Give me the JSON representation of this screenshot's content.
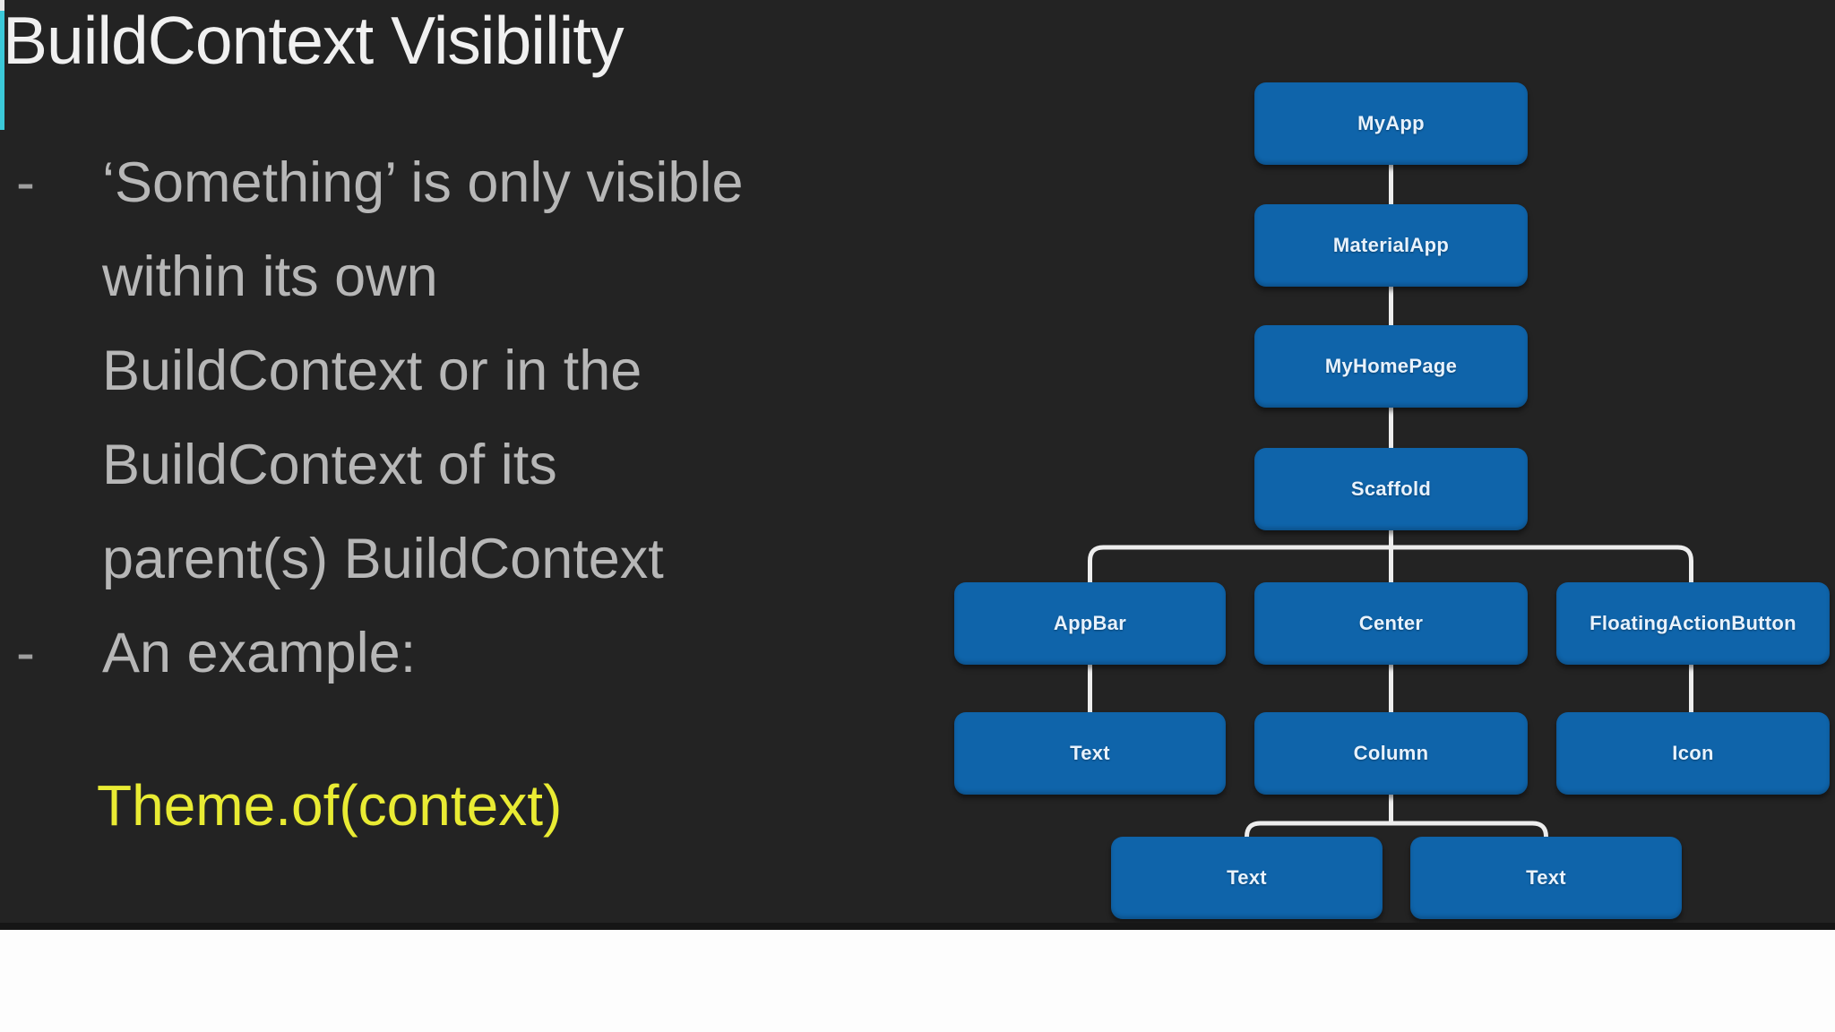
{
  "slide": {
    "title": "BuildContext Visibility",
    "bullet_char": "-",
    "lines": [
      {
        "bullet": true,
        "text": "‘Something’ is only visible"
      },
      {
        "bullet": false,
        "text": "within its own"
      },
      {
        "bullet": false,
        "text": "BuildContext or in the"
      },
      {
        "bullet": false,
        "text": "BuildContext of its"
      },
      {
        "bullet": false,
        "text": "parent(s) BuildContext"
      },
      {
        "bullet": true,
        "text": "An example:"
      }
    ],
    "code_example": "Theme.of(context)",
    "colors": {
      "background": "#232323",
      "node_blue": "#0f64aa",
      "connector": "#ededed",
      "code_yellow": "#e9eb33",
      "body_text": "#b7b7b7",
      "title_text": "#f0f0f0",
      "accent_teal": "#3bc9d9"
    },
    "tree": {
      "nodes": [
        {
          "id": "myapp",
          "label": "MyApp"
        },
        {
          "id": "materialapp",
          "label": "MaterialApp"
        },
        {
          "id": "myhomepage",
          "label": "MyHomePage"
        },
        {
          "id": "scaffold",
          "label": "Scaffold"
        },
        {
          "id": "appbar",
          "label": "AppBar"
        },
        {
          "id": "center",
          "label": "Center"
        },
        {
          "id": "fab",
          "label": "FloatingActionButton"
        },
        {
          "id": "text1",
          "label": "Text"
        },
        {
          "id": "column",
          "label": "Column"
        },
        {
          "id": "icon",
          "label": "Icon"
        },
        {
          "id": "text2",
          "label": "Text"
        },
        {
          "id": "text3",
          "label": "Text"
        }
      ],
      "edges": [
        [
          "MyApp",
          "MaterialApp"
        ],
        [
          "MaterialApp",
          "MyHomePage"
        ],
        [
          "MyHomePage",
          "Scaffold"
        ],
        [
          "Scaffold",
          "AppBar"
        ],
        [
          "Scaffold",
          "Center"
        ],
        [
          "Scaffold",
          "FloatingActionButton"
        ],
        [
          "AppBar",
          "Text"
        ],
        [
          "Center",
          "Column"
        ],
        [
          "FloatingActionButton",
          "Icon"
        ],
        [
          "Column",
          "Text"
        ],
        [
          "Column",
          "Text"
        ]
      ]
    }
  }
}
